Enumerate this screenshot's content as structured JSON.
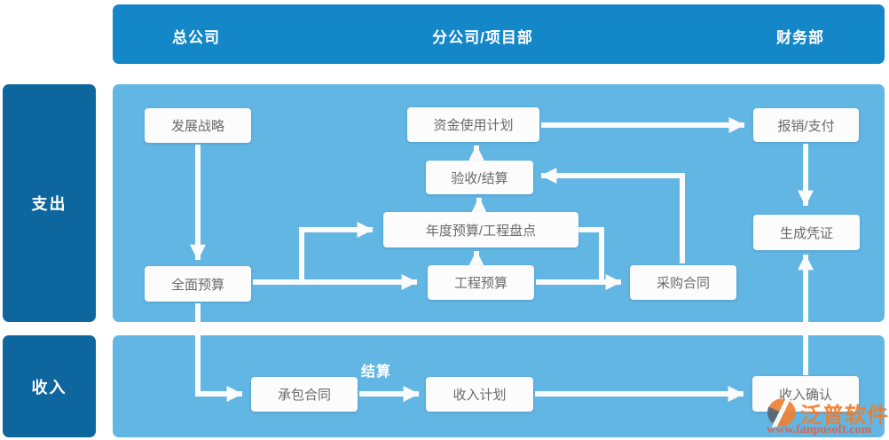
{
  "header": {
    "columns": [
      "总公司",
      "分公司/项目部",
      "财务部"
    ]
  },
  "lanes": {
    "expense": "支出",
    "income": "收入"
  },
  "nodes": {
    "development_strategy": "发展战略",
    "fund_usage_plan": "资金使用计划",
    "reimbursement_payment": "报销/支付",
    "acceptance_settlement": "验收/结算",
    "annual_budget_inventory": "年度预算/工程盘点",
    "project_budget": "工程预算",
    "procurement_contract": "采购合同",
    "generate_voucher": "生成凭证",
    "comprehensive_budget": "全面预算",
    "contracting_contract": "承包合同",
    "income_plan": "收入计划",
    "income_confirmation": "收入确认"
  },
  "edge_labels": {
    "settlement": "结算"
  },
  "watermark": {
    "brand": "泛普软件",
    "url": "www.fanpusoft.com"
  },
  "colors": {
    "header_blue": "#1487c9",
    "lane_dark_blue": "#0d669e",
    "panel_light_blue": "#62b6e4",
    "node_background": "#fcfcfc",
    "node_text": "#6a6a6c",
    "arrow_white": "#fbfbfb",
    "watermark_orange": "#ef7d2e"
  }
}
